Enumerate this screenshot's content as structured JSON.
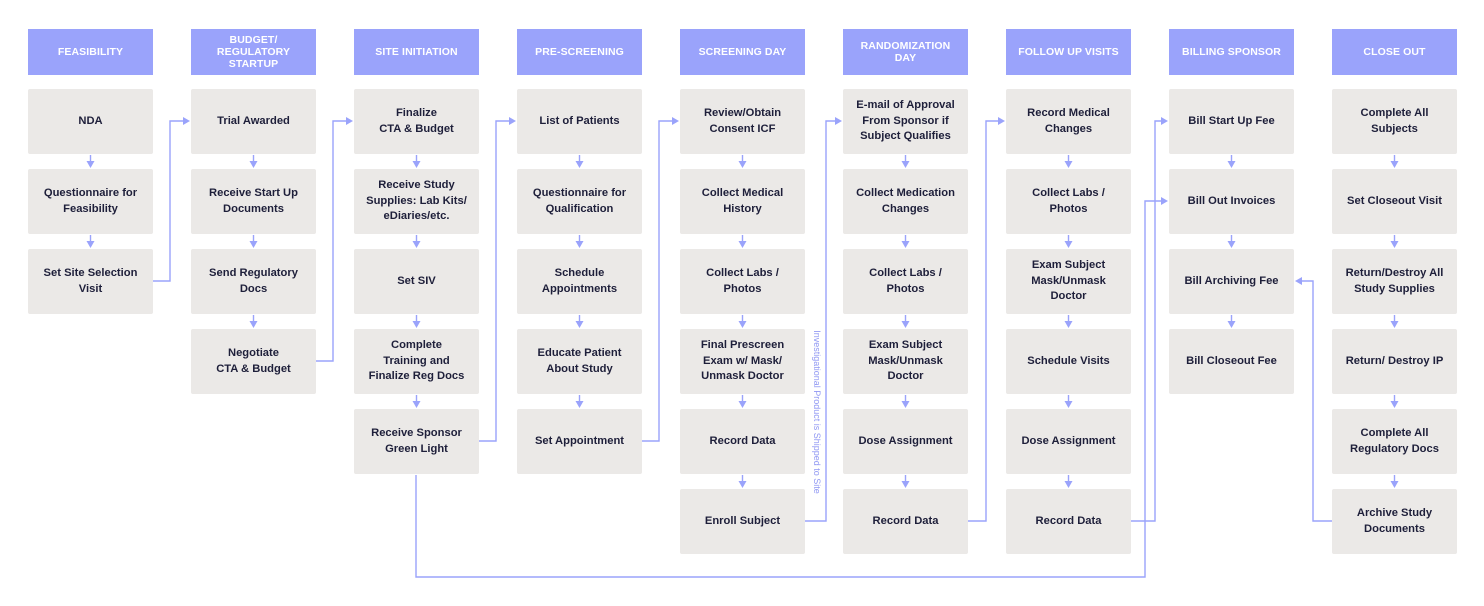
{
  "accent_color": "#9aa3fb",
  "box_color": "#ebe9e7",
  "text_color": "#1e1f3a",
  "columns": [
    {
      "header": "FEASIBILITY",
      "steps": [
        "NDA",
        "Questionnaire for\nFeasibility",
        "Set Site Selection\nVisit"
      ]
    },
    {
      "header": "BUDGET/\nREGULATORY\nSTARTUP",
      "steps": [
        "Trial Awarded",
        "Receive Start Up\nDocuments",
        "Send Regulatory\nDocs",
        "Negotiate\nCTA & Budget"
      ]
    },
    {
      "header": "SITE INITIATION",
      "steps": [
        "Finalize\nCTA & Budget",
        "Receive Study\nSupplies: Lab Kits/\neDiaries/etc.",
        "Set SIV",
        "Complete\nTraining and\nFinalize Reg Docs",
        "Receive Sponsor\nGreen Light"
      ]
    },
    {
      "header": "PRE-SCREENING",
      "steps": [
        "List of Patients",
        "Questionnaire for\nQualification",
        "Schedule\nAppointments",
        "Educate Patient\nAbout Study",
        "Set Appointment"
      ]
    },
    {
      "header": "SCREENING DAY",
      "steps": [
        "Review/Obtain\nConsent ICF",
        "Collect Medical\nHistory",
        "Collect Labs /\nPhotos",
        "Final Prescreen\nExam w/ Mask/\nUnmask Doctor",
        "Record Data",
        "Enroll Subject"
      ]
    },
    {
      "header": "RANDOMIZATION\nDAY",
      "steps": [
        "E-mail of Approval\nFrom Sponsor if\nSubject Qualifies",
        "Collect Medication\nChanges",
        "Collect Labs /\nPhotos",
        "Exam Subject\nMask/Unmask\nDoctor",
        "Dose Assignment",
        "Record Data"
      ]
    },
    {
      "header": "FOLLOW UP VISITS",
      "steps": [
        "Record Medical\nChanges",
        "Collect Labs /\nPhotos",
        "Exam Subject\nMask/Unmask\nDoctor",
        "Schedule Visits",
        "Dose Assignment",
        "Record Data"
      ]
    },
    {
      "header": "BILLING SPONSOR",
      "steps": [
        "Bill Start Up Fee",
        "Bill Out Invoices",
        "Bill Archiving Fee",
        "Bill Closeout Fee"
      ]
    },
    {
      "header": "CLOSE OUT",
      "steps": [
        "Complete All\nSubjects",
        "Set Closeout Visit",
        "Return/Destroy All\nStudy Supplies",
        "Return/ Destroy IP",
        "Complete All\nRegulatory Docs",
        "Archive Study\nDocuments"
      ]
    }
  ],
  "connector_label": "Investigational Product is Shipped to Site"
}
